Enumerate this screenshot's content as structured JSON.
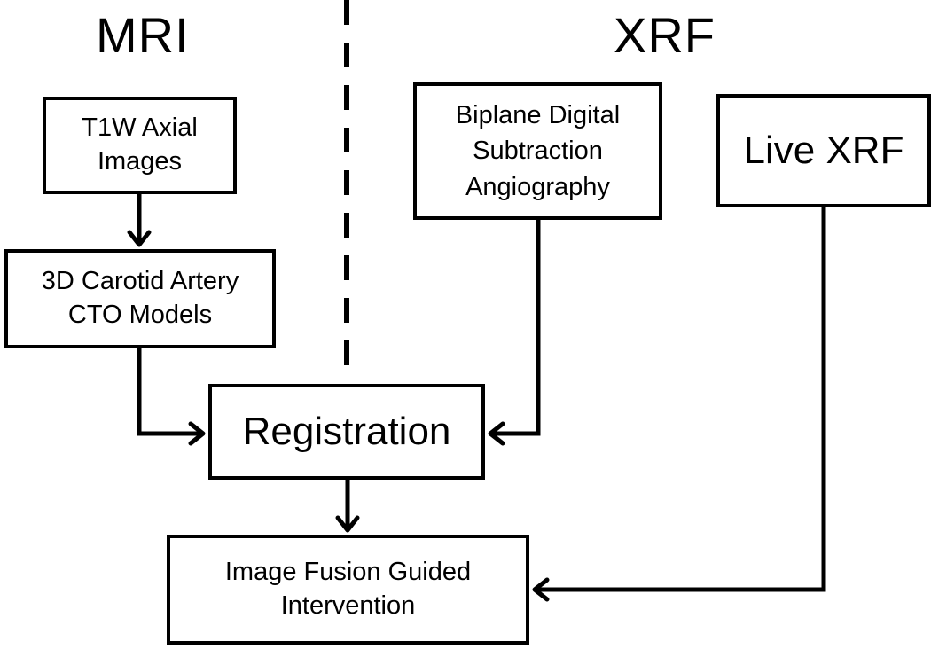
{
  "sections": {
    "left": "MRI",
    "right": "XRF"
  },
  "nodes": {
    "t1w": "T1W Axial\nImages",
    "carotid_models": "3D Carotid Artery\nCTO  Models",
    "registration": "Registration",
    "fusion": "Image Fusion Guided\nIntervention",
    "dsa": "Biplane Digital\nSubtraction\nAngiography",
    "live_xrf": "Live XRF"
  },
  "colors": {
    "line": "#000000",
    "background": "#ffffff"
  }
}
